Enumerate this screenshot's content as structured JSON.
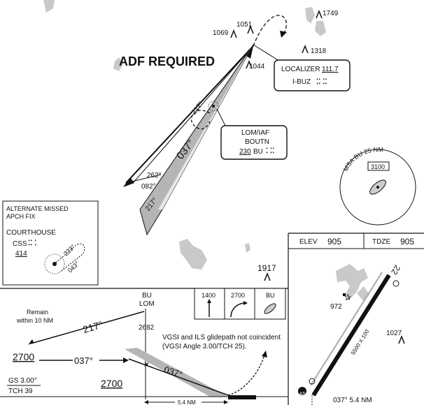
{
  "plan": {
    "adf_required": "ADF REQUIRED",
    "localizer_box": {
      "label": "LOCALIZER",
      "freq": "111.7",
      "ident": "I-BUZ"
    },
    "lom_box": {
      "line1": "LOM/IAF",
      "line2": "BOUTN",
      "freq": "230",
      "ident": "BU"
    },
    "course_inbound": "037°",
    "course_outbound": "217°",
    "radial_262": "262°",
    "radial_082": "082°",
    "radial_217_arc": "217°",
    "obstacles": [
      {
        "elev": "1749"
      },
      {
        "elev": "1051"
      },
      {
        "elev": "1069"
      },
      {
        "elev": "1318"
      },
      {
        "elev": "1044"
      },
      {
        "elev": "1917"
      }
    ],
    "msa": {
      "title": "MSA BU 25 NM",
      "altitude": "3100"
    },
    "alt_fix": {
      "title_line1": "ALTERNATE MISSED",
      "title_line2": "APCH FIX",
      "name": "COURTHOUSE",
      "ident": "CSS",
      "freq": "414",
      "radial_223": "223°",
      "radial_043": "043°"
    }
  },
  "profile": {
    "remain_line1": "Remain",
    "remain_line2": "within 10 NM",
    "course_217": "217°",
    "course_037": "037°",
    "course_037_final": "037°",
    "alt_2700_left": "2700",
    "alt_2700_lower": "2700",
    "fix_name_line1": "BU",
    "fix_name_line2": "LOM",
    "fix_alt": "2682",
    "gs_angle": "GS 3.00°",
    "tch": "TCH 39",
    "vgsi_note_line1": "VGSI and ILS glidepath not coincident",
    "vgsi_note_line2": "(VGSI Angle 3.00/TCH 25).",
    "distance": "5.4 NM",
    "missed_icons": [
      {
        "label": "1400"
      },
      {
        "label": "2700"
      },
      {
        "label": "BU"
      }
    ]
  },
  "airport": {
    "elev_label": "ELEV",
    "elev_value": "905",
    "tdze_label": "TDZE",
    "tdze_value": "905",
    "runway_number": "22",
    "runway_dims": "5500 X 100",
    "obst_972": "972",
    "obst_1027": "1027",
    "bottom_note": "037° 5.4 NM",
    "marker_label": "A5"
  },
  "colors": {
    "terrain": "#c9c9c9",
    "ink": "#111111",
    "shade": "#b5b5b5"
  }
}
